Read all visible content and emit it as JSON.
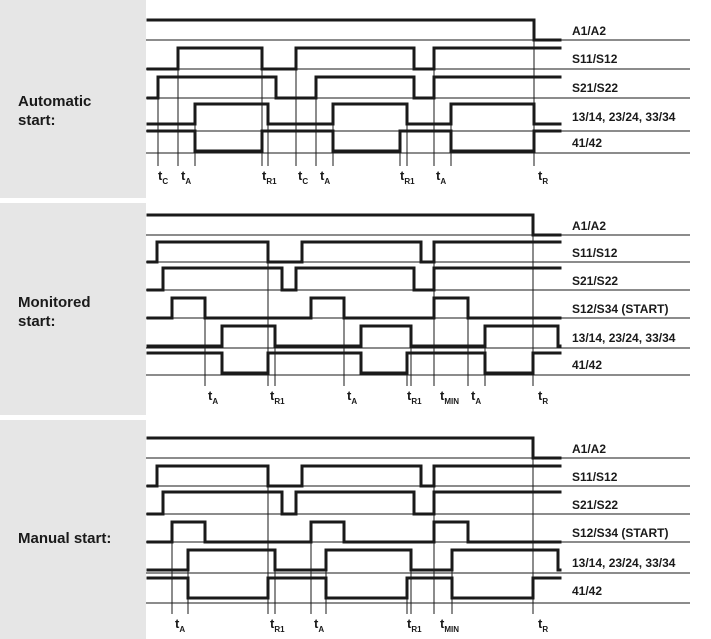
{
  "panels": [
    {
      "label_lines": [
        "Automatic",
        "start:"
      ],
      "signals": [
        "A1/A2",
        "S11/S12",
        "S21/S22",
        "13/14, 23/24, 33/34",
        "41/42"
      ],
      "time_labels": [
        {
          "main": "t",
          "sub": "C"
        },
        {
          "main": "t",
          "sub": "A"
        },
        {
          "main": "t",
          "sub": "R1"
        },
        {
          "main": "t",
          "sub": "C"
        },
        {
          "main": "t",
          "sub": "A"
        },
        {
          "main": "t",
          "sub": "R1"
        },
        {
          "main": "t",
          "sub": "A"
        },
        {
          "main": "t",
          "sub": "R"
        }
      ]
    },
    {
      "label_lines": [
        "Monitored",
        "start:"
      ],
      "signals": [
        "A1/A2",
        "S11/S12",
        "S21/S22",
        "S12/S34 (START)",
        "13/14, 23/24, 33/34",
        "41/42"
      ],
      "time_labels": [
        {
          "main": "t",
          "sub": "A"
        },
        {
          "main": "t",
          "sub": "R1"
        },
        {
          "main": "t",
          "sub": "A"
        },
        {
          "main": "t",
          "sub": "R1"
        },
        {
          "main": "t",
          "sub": "MIN"
        },
        {
          "main": "t",
          "sub": "A"
        },
        {
          "main": "t",
          "sub": "R"
        }
      ]
    },
    {
      "label_lines": [
        "Manual start:"
      ],
      "signals": [
        "A1/A2",
        "S11/S12",
        "S21/S22",
        "S12/S34 (START)",
        "13/14, 23/24, 33/34",
        "41/42"
      ],
      "time_labels": [
        {
          "main": "t",
          "sub": "A"
        },
        {
          "main": "t",
          "sub": "R1"
        },
        {
          "main": "t",
          "sub": "A"
        },
        {
          "main": "t",
          "sub": "R1"
        },
        {
          "main": "t",
          "sub": "MIN"
        },
        {
          "main": "t",
          "sub": "R"
        }
      ]
    }
  ],
  "colors": {
    "panel": "#e6e6e6",
    "plot": "#ffffff",
    "line": "#1a1a1a"
  }
}
